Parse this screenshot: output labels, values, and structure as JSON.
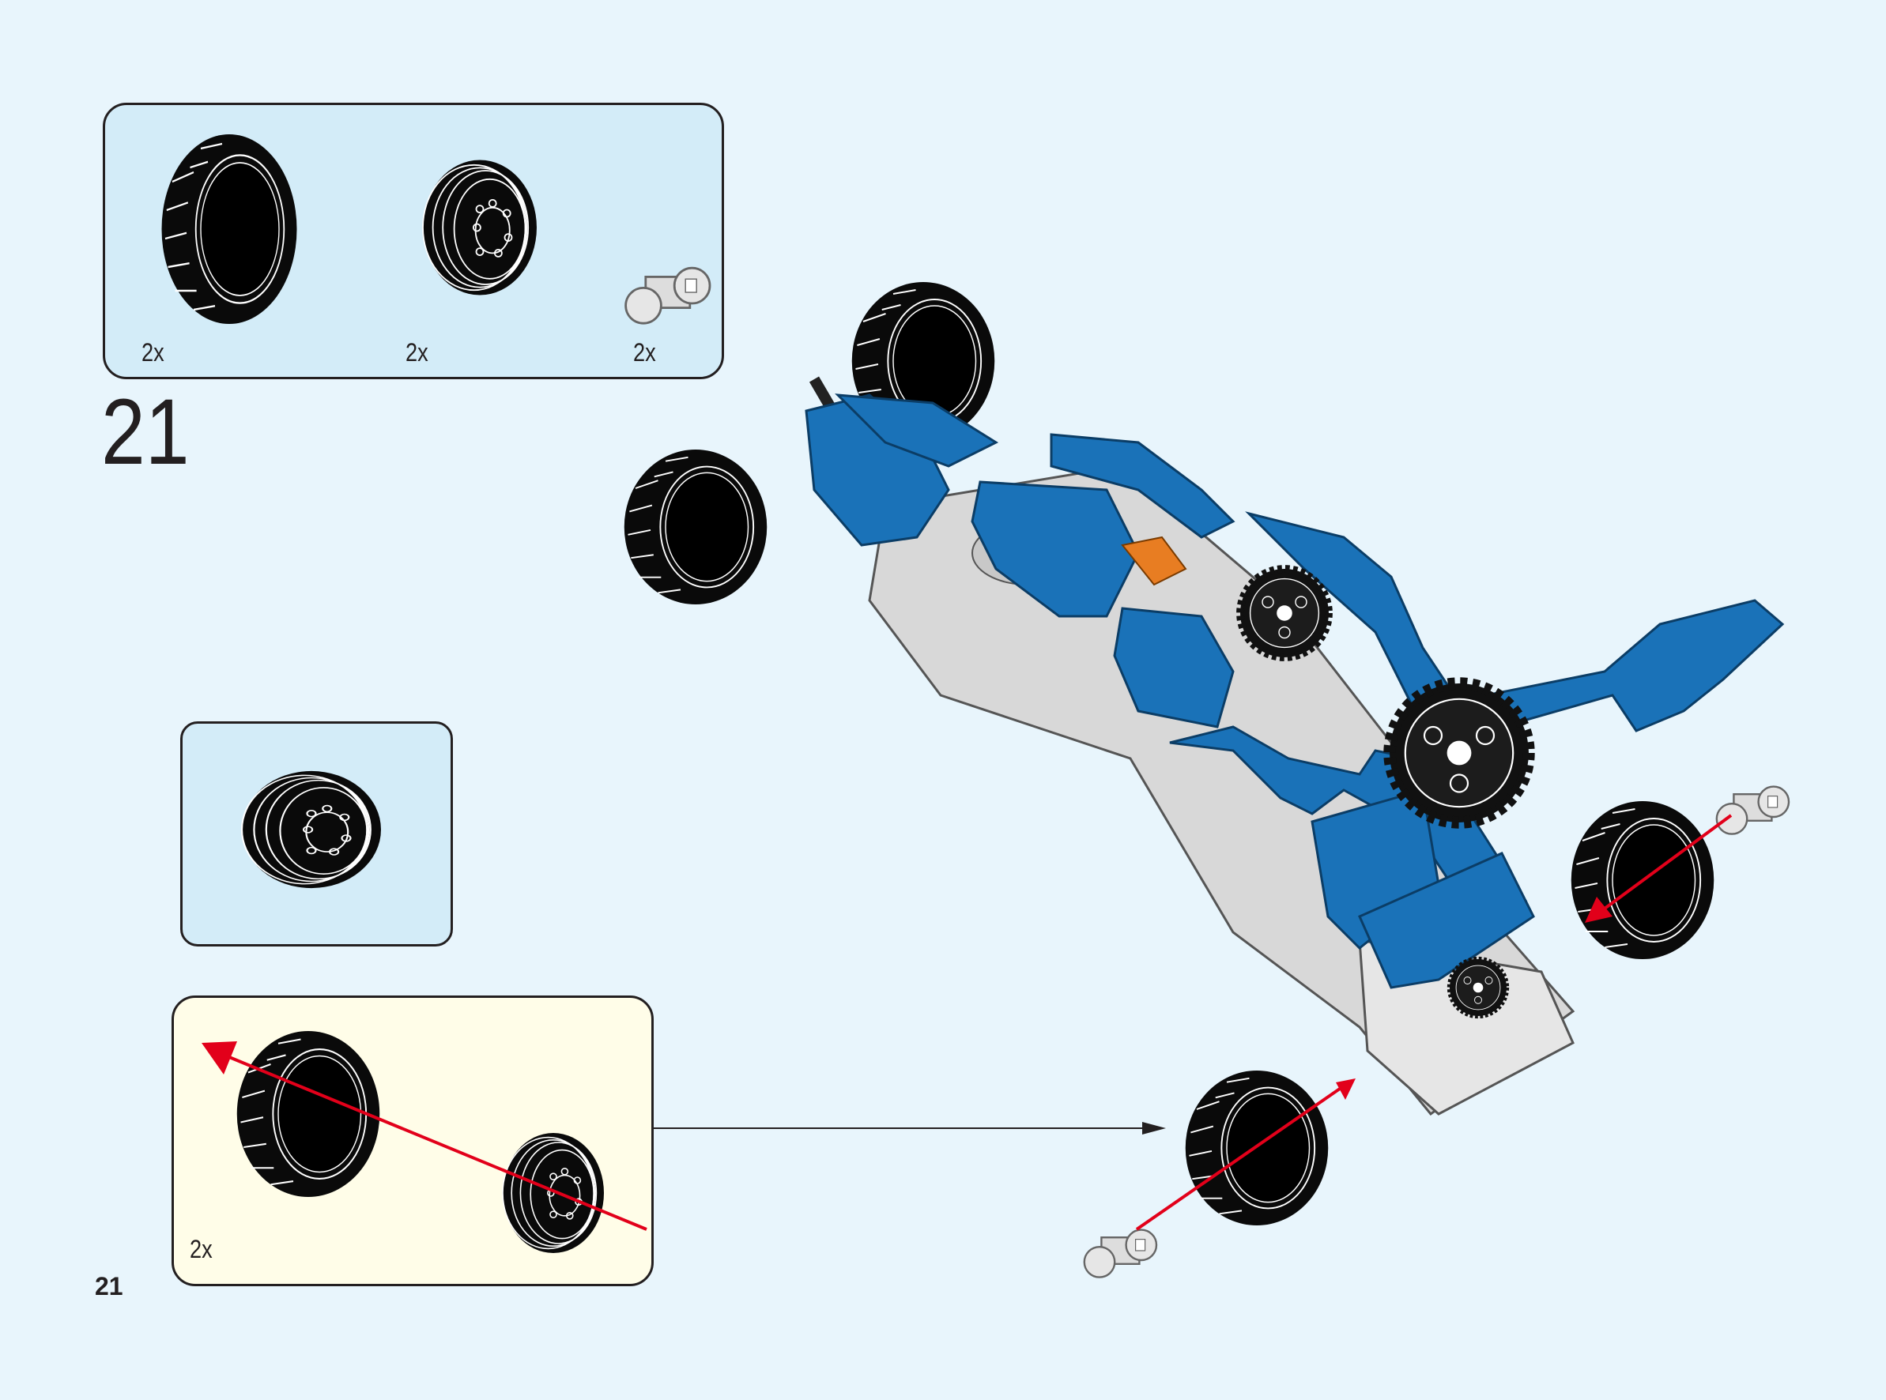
{
  "page": {
    "number": "21"
  },
  "step": {
    "number": "21"
  },
  "parts_list": [
    {
      "part": "large-treaded-tire",
      "quantity": "2x"
    },
    {
      "part": "wheel-rim",
      "quantity": "2x"
    },
    {
      "part": "axle-connector",
      "quantity": "2x"
    }
  ],
  "subassembly": {
    "quantity": "2x"
  },
  "colors": {
    "background": "#e8f5fc",
    "parts_box": "#d3ecf8",
    "subassembly_box": "#fffde8",
    "model_blue": "#1a72b8",
    "arrow_red": "#e2001a",
    "gray": "#d9d9d9"
  }
}
